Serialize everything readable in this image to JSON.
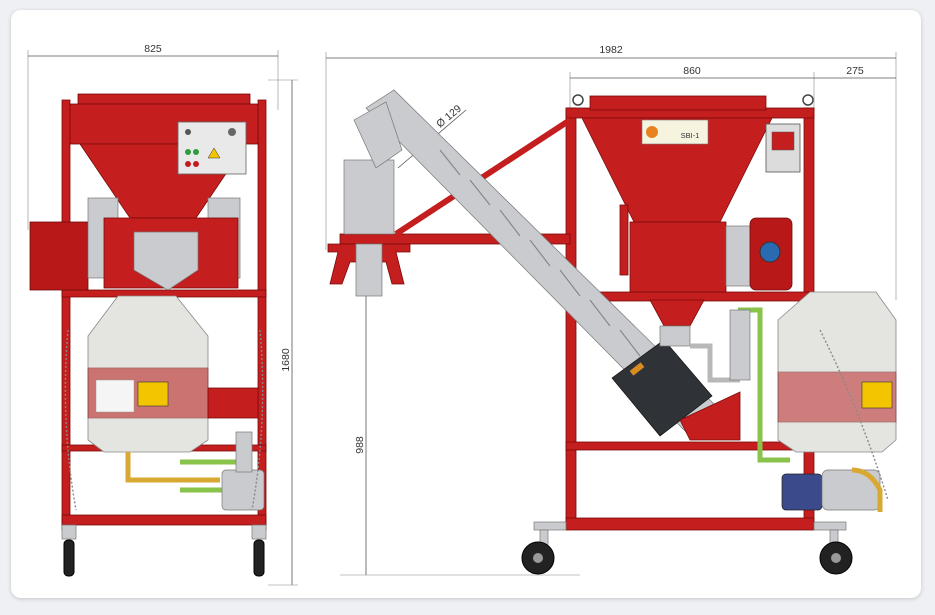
{
  "dimensions": {
    "front_width": "825",
    "height": "1680",
    "total_length": "1982",
    "frame_length": "860",
    "overhang": "275",
    "outlet_height": "988",
    "auger_diameter": "Ø 129"
  },
  "machine_label": {
    "model": "SBI-1"
  },
  "colors": {
    "frame": "#c41e1e",
    "auger": "#c9cbce",
    "motor": "#2f3236",
    "hose": "#8ac34a",
    "tank": "#e4e4e0"
  }
}
